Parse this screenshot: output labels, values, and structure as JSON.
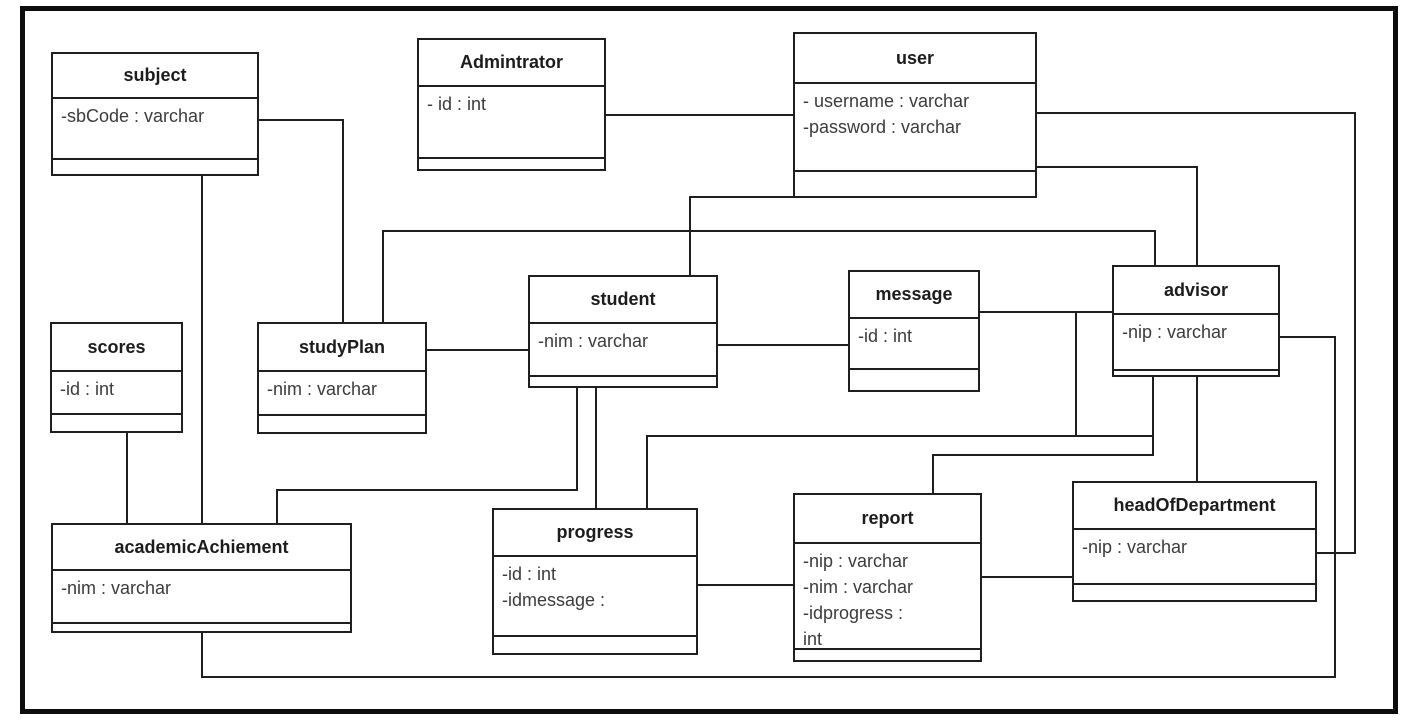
{
  "diagram": {
    "kind": "uml-class-diagram",
    "line_color": "#1f1f1f",
    "background_color": "#ffffff",
    "classes": [
      {
        "name": "subject",
        "attributes": [
          "-sbCode : varchar"
        ]
      },
      {
        "name": "Admintrator",
        "attributes": [
          "- id : int"
        ]
      },
      {
        "name": "user",
        "attributes": [
          "- username : varchar",
          "-password : varchar"
        ]
      },
      {
        "name": "scores",
        "attributes": [
          "-id : int"
        ]
      },
      {
        "name": "studyPlan",
        "attributes": [
          "-nim : varchar"
        ]
      },
      {
        "name": "student",
        "attributes": [
          "-nim : varchar"
        ]
      },
      {
        "name": "message",
        "attributes": [
          "-id : int"
        ]
      },
      {
        "name": "advisor",
        "attributes": [
          "-nip : varchar"
        ]
      },
      {
        "name": "academicAchiement",
        "attributes": [
          "-nim : varchar"
        ]
      },
      {
        "name": "progress",
        "attributes": [
          "-id : int",
          "-idmessage :"
        ]
      },
      {
        "name": "report",
        "attributes": [
          "-nip : varchar",
          "-nim : varchar",
          "-idprogress :",
          "int"
        ]
      },
      {
        "name": "headOfDepartment",
        "attributes": [
          "-nip : varchar"
        ]
      }
    ],
    "connections": [
      {
        "from": "subject",
        "to": "studyPlan"
      },
      {
        "from": "subject",
        "to": "academicAchiement"
      },
      {
        "from": "Admintrator",
        "to": "user"
      },
      {
        "from": "user",
        "to": "headOfDepartment"
      },
      {
        "from": "user",
        "to": "advisor"
      },
      {
        "from": "user",
        "to": "student"
      },
      {
        "from": "studyPlan",
        "to": "advisor"
      },
      {
        "from": "studyPlan",
        "to": "student"
      },
      {
        "from": "student",
        "to": "message"
      },
      {
        "from": "message",
        "to": "advisor"
      },
      {
        "from": "student",
        "to": "academicAchiement"
      },
      {
        "from": "student",
        "to": "progress"
      },
      {
        "from": "message",
        "to": "progress"
      },
      {
        "from": "advisor",
        "to": "report"
      },
      {
        "from": "advisor",
        "to": "headOfDepartment"
      },
      {
        "from": "advisor",
        "to": "academicAchiement"
      },
      {
        "from": "scores",
        "to": "academicAchiement"
      },
      {
        "from": "progress",
        "to": "report"
      },
      {
        "from": "report",
        "to": "headOfDepartment"
      }
    ]
  }
}
